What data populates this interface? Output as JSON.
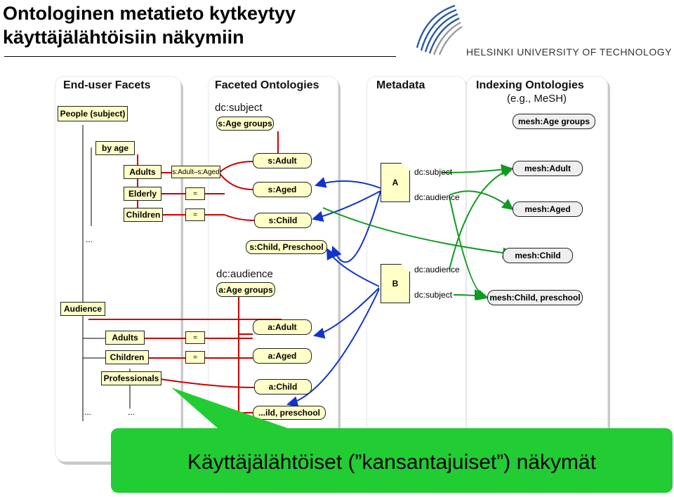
{
  "title": {
    "line1": "Ontologinen metatieto kytkeytyy",
    "line2": "käyttäjälähtöisiin näkymiin"
  },
  "university": "HELSINKI UNIVERSITY OF TECHNOLOGY",
  "columns": {
    "facets": "End-user Facets",
    "faceted": "Faceted Ontologies",
    "metadata": "Metadata",
    "indexing": "Indexing Ontologies",
    "indexing_sub": "(e.g., MeSH)"
  },
  "facets": {
    "people": "People (subject)",
    "by_age": "by age",
    "adults": "Adults",
    "elderly": "Elderly",
    "children": "Children",
    "ellipsis": "...",
    "audience": "Audience",
    "aud_adults": "Adults",
    "aud_children": "Children",
    "professionals": "Professionals",
    "ellipsis2": "...",
    "ellipsis3": "..."
  },
  "mapping": {
    "adult_aged": "s:Adult–s:Aged",
    "eq1": "=",
    "eq2": "=",
    "eq3": "=",
    "eq4": "="
  },
  "faceted": {
    "dc_subject": "dc:subject",
    "s_age_groups": "s:Age groups",
    "s_adult": "s:Adult",
    "s_aged": "s:Aged",
    "s_child": "s:Child",
    "s_child_preschool": "s:Child, Preschool",
    "dc_audience": "dc:audience",
    "a_age_groups": "a:Age groups",
    "a_adult": "a:Adult",
    "a_aged": "a:Aged",
    "a_child": "a:Child",
    "a_child_preschool": "...ild, preschool"
  },
  "metadata": {
    "doc_a": "A",
    "doc_a_subject": "dc:subject",
    "doc_a_audience": "dc:audience",
    "doc_b": "B",
    "doc_b_audience": "dc:audience",
    "doc_b_subject": "dc:subject"
  },
  "indexing": {
    "mesh_age_groups": "mesh:Age groups",
    "mesh_adult": "mesh:Adult",
    "mesh_aged": "mesh:Aged",
    "mesh_child": "mesh:Child",
    "mesh_child_preschool": "mesh:Child, preschool"
  },
  "banner": "Käyttäjälähtöiset (”kansantajuiset”) näkymät",
  "colors": {
    "edge_red": "#cc0000",
    "edge_blue": "#1133cc",
    "edge_green": "#119922",
    "banner_green": "#22cc33",
    "node_yellow": "#ffffc8"
  }
}
